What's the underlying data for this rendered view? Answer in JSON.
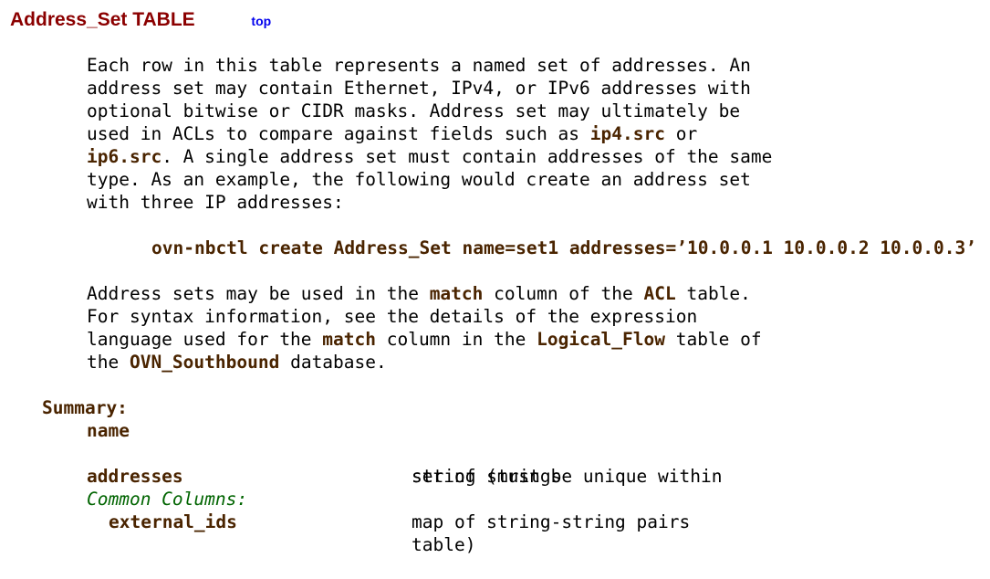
{
  "header": {
    "title": "Address_Set TABLE",
    "top_link": "top"
  },
  "description": {
    "lines": [
      "Each row in this table represents a named set of addresses. An",
      "address set may contain Ethernet, IPv4, or IPv6 addresses with",
      "optional bitwise or CIDR masks. Address set may ultimately be",
      [
        "used in ACLs to compare against fields such as ",
        {
          "b": "ip4.src"
        },
        " or"
      ],
      [
        {
          "b": "ip6.src"
        },
        ". A single address set must contain addresses of the same"
      ],
      "type. As an example, the following would create an address set",
      "with three IP addresses:"
    ]
  },
  "command": "ovn-nbctl create Address_Set name=set1 addresses=’10.0.0.1 10.0.0.2 10.0.0.3’",
  "description2": {
    "lines": [
      [
        "Address sets may be used in the ",
        {
          "b": "match"
        },
        " column of the ",
        {
          "b": "ACL"
        },
        " table."
      ],
      "For syntax information, see the details of the expression",
      [
        "language used for the ",
        {
          "b": "match"
        },
        " column in the ",
        {
          "b": "Logical_Flow"
        },
        " table of"
      ],
      [
        "the ",
        {
          "b": "OVN_Southbound"
        },
        " database."
      ]
    ]
  },
  "summary": {
    "heading": "Summary:",
    "rows": [
      {
        "name": "name",
        "type_lines": [
          "string (must be unique within",
          "table)"
        ]
      },
      {
        "name": "addresses",
        "type_lines": [
          "set of strings"
        ]
      }
    ],
    "common_heading": "Common Columns:",
    "common_rows": [
      {
        "name": "external_ids",
        "type_lines": [
          "map of string-string pairs"
        ]
      }
    ]
  }
}
